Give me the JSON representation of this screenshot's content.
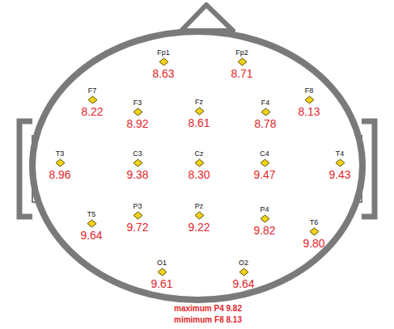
{
  "diagram": {
    "nodes": [
      {
        "text": [
          "Fp1",
          "8.63"
        ]
      },
      {
        "text": [
          "Fp2",
          "8.71"
        ]
      },
      {
        "text": [
          "F7",
          "8.22"
        ]
      },
      {
        "text": [
          "F3",
          "8.92"
        ]
      },
      {
        "text": [
          "Fz",
          "8.61"
        ]
      },
      {
        "text": [
          "F4",
          "8.78"
        ]
      },
      {
        "text": [
          "F8",
          "8.13"
        ]
      },
      {
        "text": [
          "T3",
          "8.96"
        ]
      },
      {
        "text": [
          "C3",
          "9.38"
        ]
      },
      {
        "text": [
          "Cz",
          "8.30"
        ]
      },
      {
        "text": [
          "C4",
          "9.47"
        ]
      },
      {
        "text": [
          "T4",
          "9.43"
        ]
      },
      {
        "text": [
          "T5",
          "9.64"
        ]
      },
      {
        "text": [
          "P3",
          "9.72"
        ]
      },
      {
        "text": [
          "Pz",
          "9.22"
        ]
      },
      {
        "text": [
          "P4",
          "9.82"
        ]
      },
      {
        "text": [
          "T6",
          "9.80"
        ]
      },
      {
        "text": [
          "O1",
          "9.61"
        ]
      },
      {
        "text": [
          "O2",
          "9.64"
        ]
      }
    ],
    "labels": [
      "maximum P4 9.82",
      "mimimum F8 8.13"
    ]
  }
}
